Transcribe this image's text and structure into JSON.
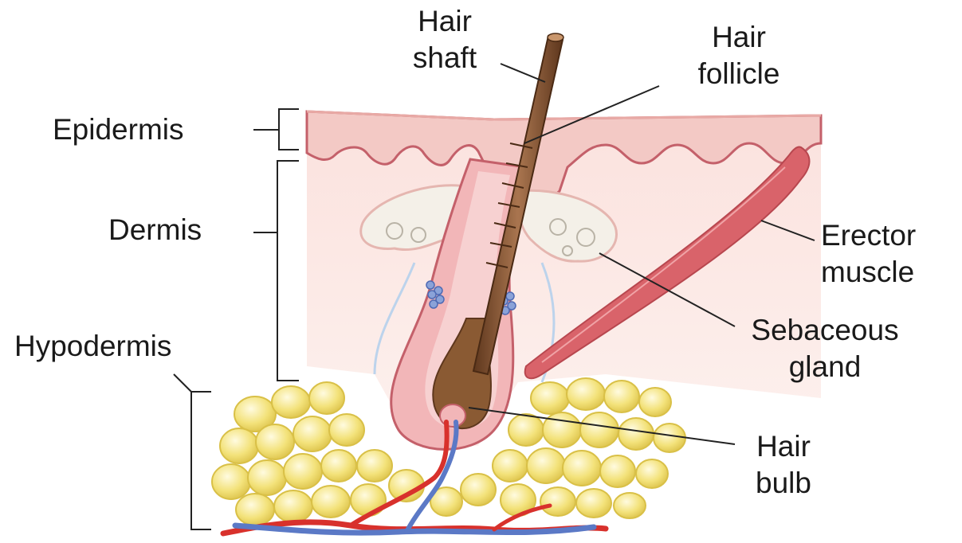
{
  "labels": {
    "hair_shaft": [
      "Hair",
      "shaft"
    ],
    "hair_follicle": [
      "Hair",
      "follicle"
    ],
    "epidermis": "Epidermis",
    "dermis": "Dermis",
    "hypodermis": "Hypodermis",
    "erector_muscle": [
      "Erector",
      "muscle"
    ],
    "sebaceous_gland": [
      "Sebaceous",
      "gland"
    ],
    "hair_bulb": [
      "Hair",
      "bulb"
    ]
  },
  "colors": {
    "epidermis": "#f3c9c5",
    "epidermis_edge": "#c4606a",
    "dermis": "#fbe6e2",
    "follicle_sheath": "#f2b6b8",
    "hair": "#7a4a2a",
    "hair_light": "#a9754f",
    "gland": "#f4f0e8",
    "muscle": "#d9636a",
    "fat": "#f3e27a",
    "fat_edge": "#d9c047",
    "artery": "#d8312c",
    "vein": "#5b79c6",
    "leader": "#222222"
  }
}
